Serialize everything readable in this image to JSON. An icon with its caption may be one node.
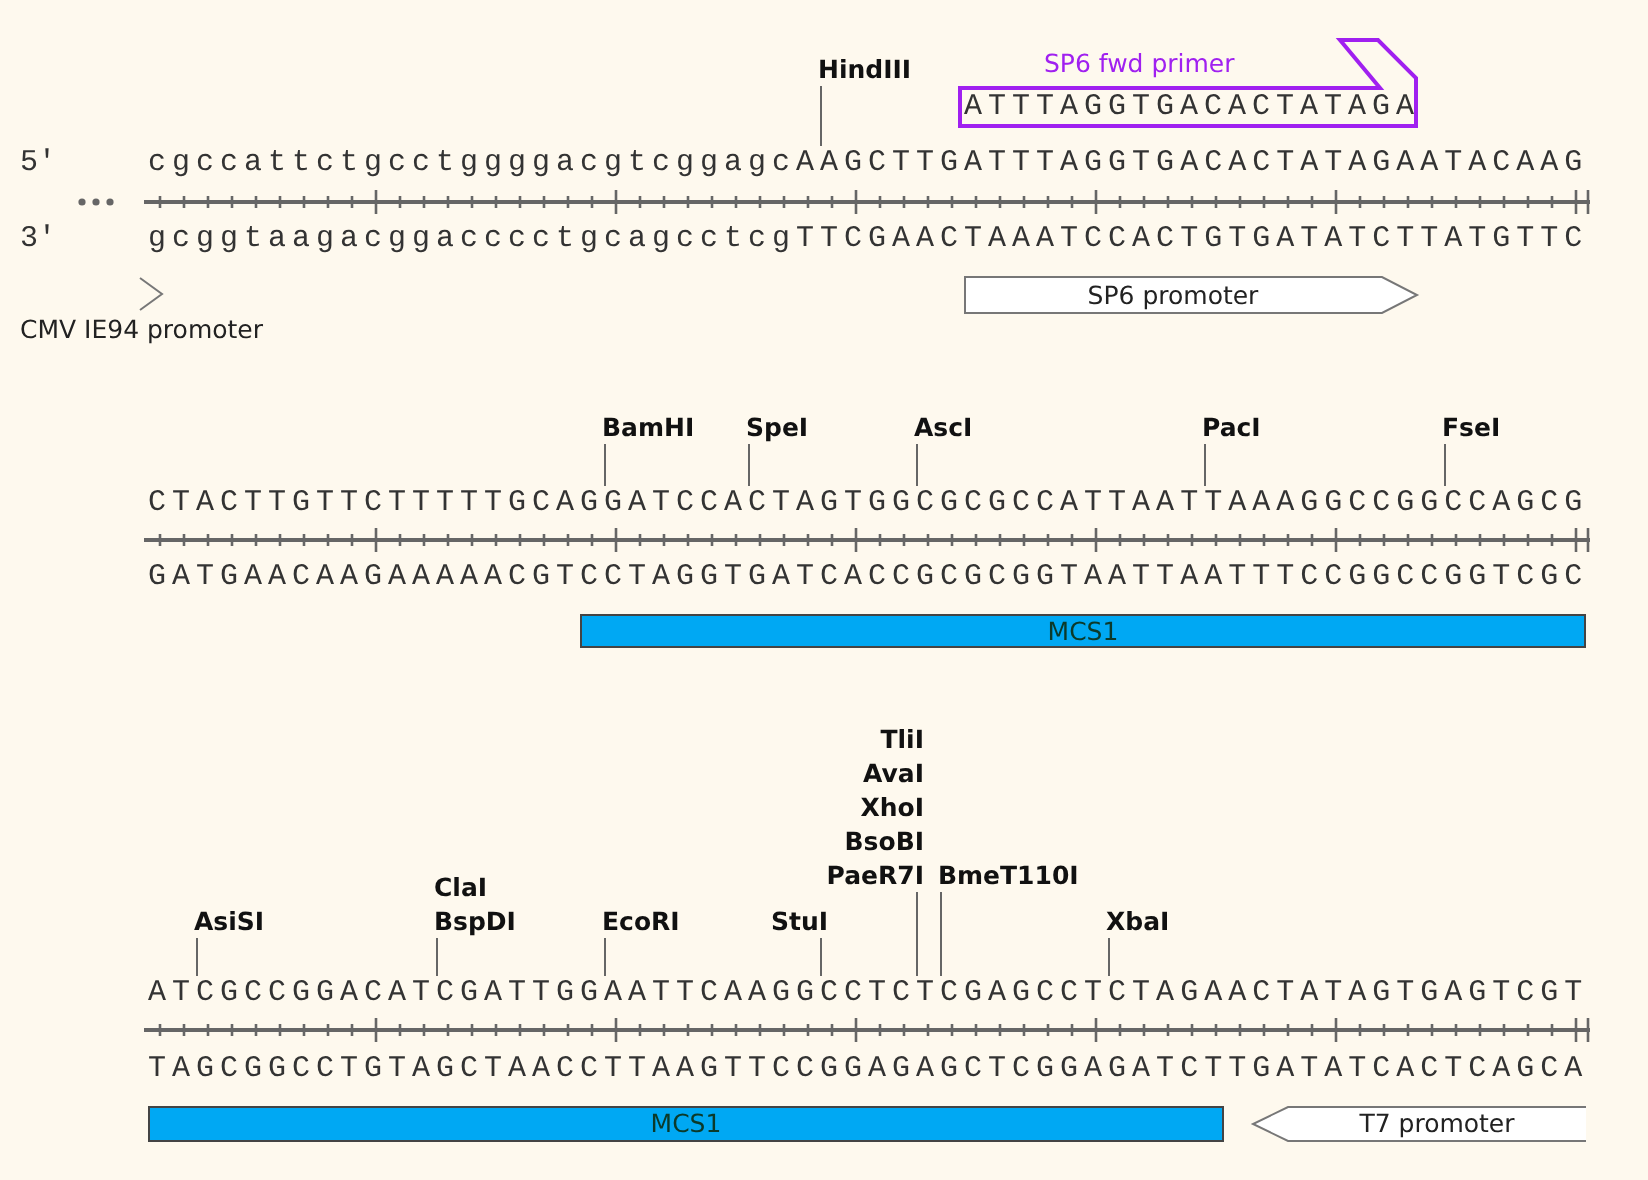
{
  "diagram": {
    "nodes": [
      {
        "text": [
          "SP6 fwd primer",
          "ATTTAGGTGACACTATAGA"
        ]
      },
      {
        "text": [
          "HindIII"
        ]
      },
      {
        "text": [
          "CMV IE94 promoter"
        ]
      },
      {
        "text": [
          "SP6 promoter"
        ]
      },
      {
        "text": [
          "BamHI"
        ]
      },
      {
        "text": [
          "SpeI"
        ]
      },
      {
        "text": [
          "AscI"
        ]
      },
      {
        "text": [
          "PacI"
        ]
      },
      {
        "text": [
          "FseI"
        ]
      },
      {
        "text": [
          "MCS1"
        ]
      },
      {
        "text": [
          "AsiSI"
        ]
      },
      {
        "text": [
          "ClaI",
          "BspDI"
        ]
      },
      {
        "text": [
          "EcoRI"
        ]
      },
      {
        "text": [
          "StuI"
        ]
      },
      {
        "text": [
          "TliI",
          "AvaI",
          "XhoI",
          "BsoBI",
          "PaeR7I"
        ]
      },
      {
        "text": [
          "BmeT110I"
        ]
      },
      {
        "text": [
          "XbaI"
        ]
      },
      {
        "text": [
          "MCS1"
        ]
      },
      {
        "text": [
          "T7 promoter"
        ]
      },
      {
        "text": [
          "cgccattctgcctggggacgtcggagcAAGCTTGATTTAGGTGACACTATAGAATACAAG"
        ]
      },
      {
        "text": [
          "CTACTTGTTCTTTTTGCAGGATCCACTAGTGGCGCGCCATTAATTAAAGGCCGGCCAGCG"
        ]
      },
      {
        "text": [
          "ATCGCCGGACATCGATTGGAATTCAAGGCCTCTCGAGCCTCTAGAACTATAGTGAGTCGT"
        ]
      }
    ],
    "edges": [
      {
        "from": 1,
        "to": 19,
        "arrow": "none"
      },
      {
        "from": 4,
        "to": 20,
        "arrow": "none"
      },
      {
        "from": 5,
        "to": 20,
        "arrow": "none"
      },
      {
        "from": 6,
        "to": 20,
        "arrow": "none"
      },
      {
        "from": 7,
        "to": 20,
        "arrow": "none"
      },
      {
        "from": 8,
        "to": 20,
        "arrow": "none"
      },
      {
        "from": 10,
        "to": 21,
        "arrow": "none"
      },
      {
        "from": 11,
        "to": 21,
        "arrow": "none"
      },
      {
        "from": 12,
        "to": 21,
        "arrow": "none"
      },
      {
        "from": 13,
        "to": 21,
        "arrow": "none"
      },
      {
        "from": 14,
        "to": 21,
        "arrow": "none"
      },
      {
        "from": 15,
        "to": 21,
        "arrow": "none"
      },
      {
        "from": 16,
        "to": 21,
        "arrow": "none"
      }
    ],
    "labels": [
      "5′",
      "3′",
      "gcggtaagacggacccctgcagcctcgTTCGAACTAAATCCACTGTGATATCTTATGTTC",
      "GATGAACAAGAAAAACGTCCTAGGTGATCACCGCGCGGTAATTAATTTCCGGCCGGTCGC",
      "TAGCGGCCTGTAGCTAACCTTAAGTTCCGGAGAGCTCGGAGATCTTGATATCACTCAGCA"
    ]
  }
}
